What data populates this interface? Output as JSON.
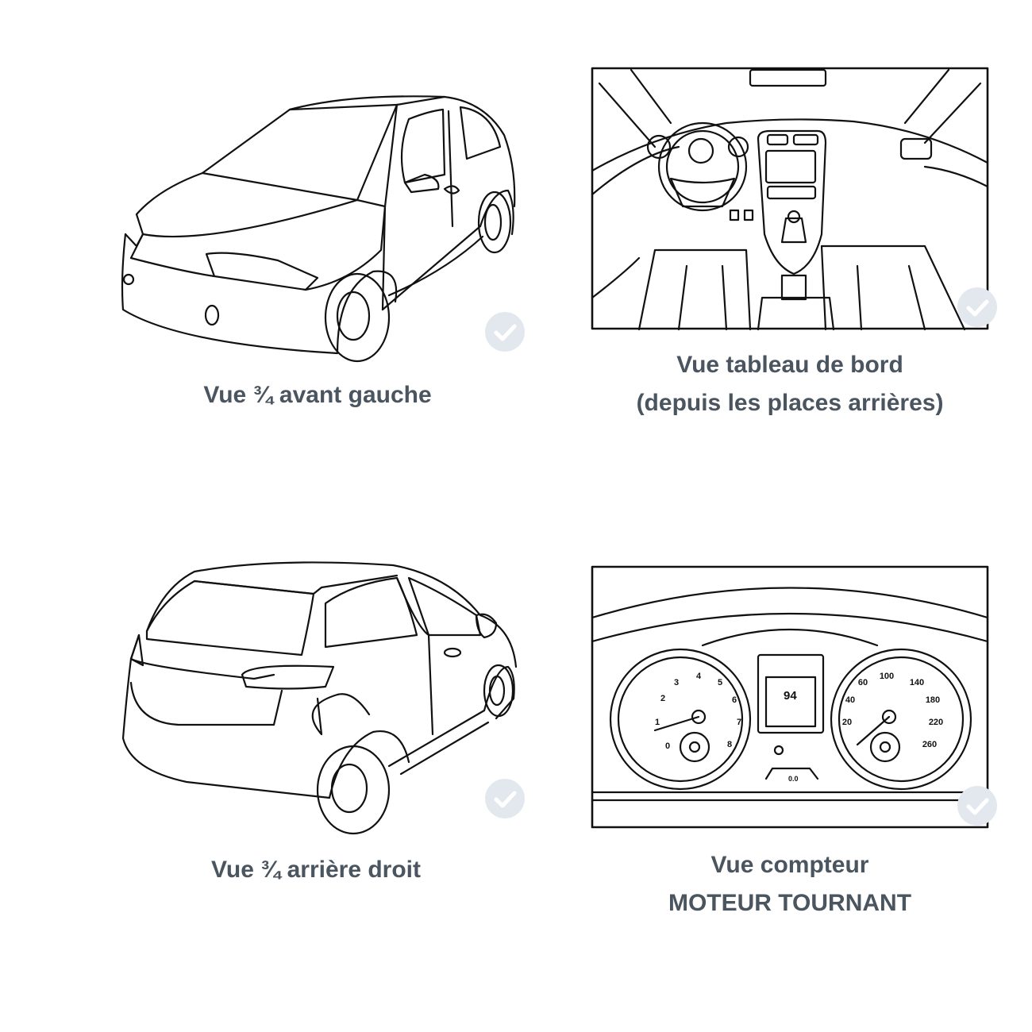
{
  "colors": {
    "line": "#111111",
    "caption": "#4a5560",
    "check_bg": "#e3e8ef"
  },
  "photos": [
    {
      "caption_lines": [
        "Vue ¾ avant gauche"
      ],
      "icon": "car-front-left-icon",
      "checked": true
    },
    {
      "caption_lines": [
        "Vue tableau de bord",
        "(depuis les places arrières)"
      ],
      "icon": "car-dashboard-icon",
      "checked": true
    },
    {
      "caption_lines": [
        "Vue ¾ arrière droit"
      ],
      "icon": "car-rear-right-icon",
      "checked": true
    },
    {
      "caption_lines": [
        "Vue compteur",
        "MOTEUR TOURNANT"
      ],
      "icon": "speedometer-icon",
      "checked": true
    }
  ],
  "dashboard_display": {
    "reading": "94"
  },
  "tachometer_labels": [
    "0",
    "1",
    "2",
    "3",
    "4",
    "5",
    "6",
    "7",
    "8"
  ],
  "speedometer_labels": [
    "20",
    "40",
    "60",
    "100",
    "140",
    "180",
    "220",
    "260"
  ]
}
